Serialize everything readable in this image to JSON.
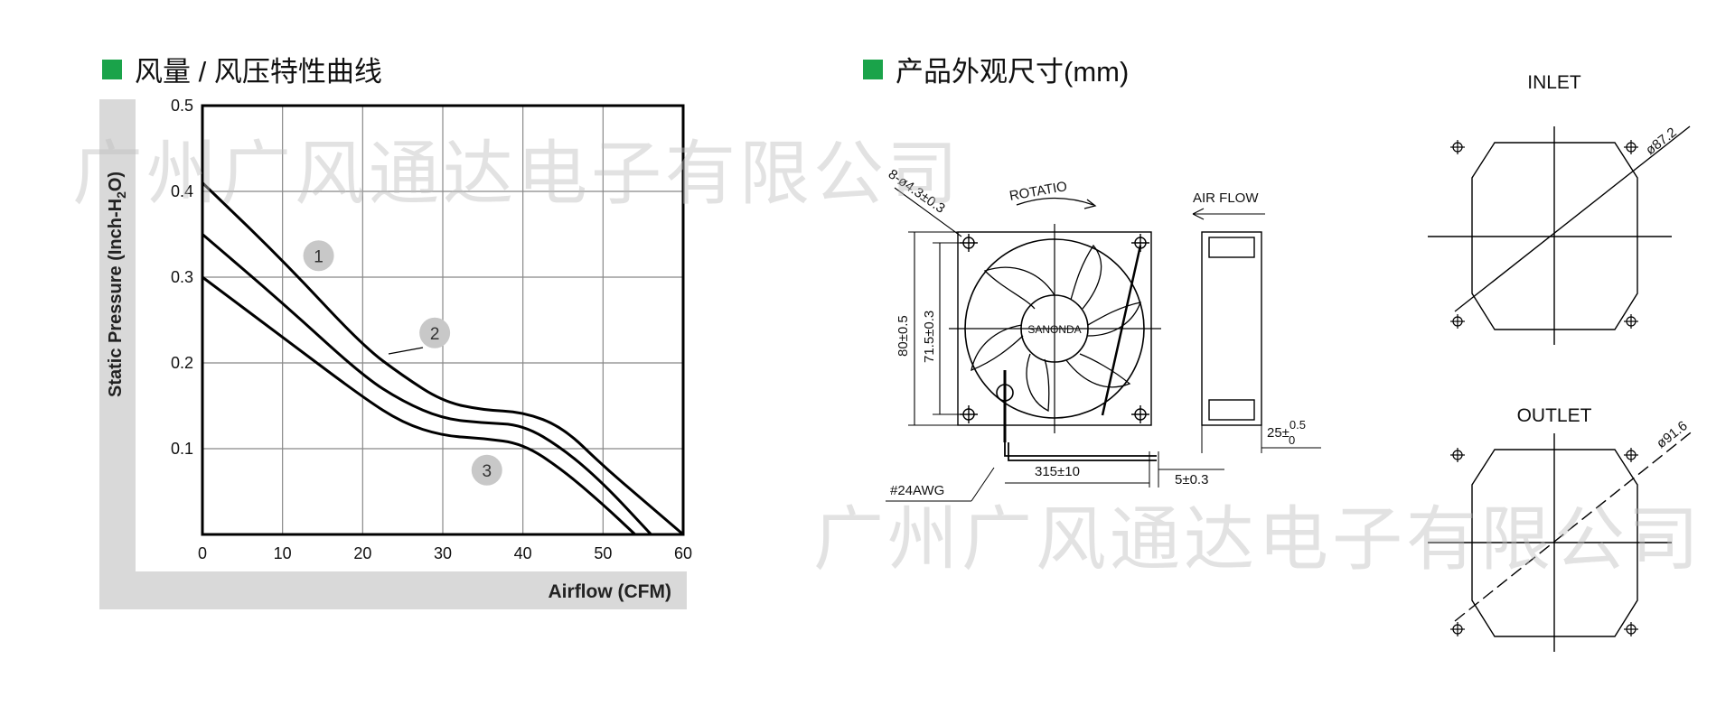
{
  "headings": {
    "left": "风量 / 风压特性曲线",
    "right": "产品外观尺寸(mm)"
  },
  "colors": {
    "accent": "#1aa34a",
    "panel": "#d9d9d9"
  },
  "watermark": "广州广风通达电子有限公司",
  "chart_data": {
    "type": "line",
    "xlabel": "Airflow (CFM)",
    "ylabel_prefix": "Static Pressure (Inch-H",
    "ylabel_sub": "2",
    "ylabel_suffix": "O)",
    "xlim": [
      0,
      60
    ],
    "ylim": [
      0,
      0.5
    ],
    "xticks": [
      0,
      10,
      20,
      30,
      40,
      50,
      60
    ],
    "yticks": [
      0.1,
      0.2,
      0.3,
      0.4,
      0.5
    ],
    "grid": true,
    "series": [
      {
        "name": "1",
        "points": [
          [
            0,
            0.41
          ],
          [
            10,
            0.32
          ],
          [
            20,
            0.22
          ],
          [
            25,
            0.185
          ],
          [
            30,
            0.155
          ],
          [
            35,
            0.145
          ],
          [
            40,
            0.143
          ],
          [
            45,
            0.125
          ],
          [
            50,
            0.08
          ],
          [
            55,
            0.04
          ],
          [
            60,
            0.0
          ]
        ]
      },
      {
        "name": "2",
        "points": [
          [
            0,
            0.35
          ],
          [
            10,
            0.27
          ],
          [
            20,
            0.185
          ],
          [
            25,
            0.155
          ],
          [
            30,
            0.135
          ],
          [
            35,
            0.13
          ],
          [
            40,
            0.128
          ],
          [
            45,
            0.1
          ],
          [
            50,
            0.06
          ],
          [
            56,
            0.0
          ]
        ]
      },
      {
        "name": "3",
        "points": [
          [
            0,
            0.3
          ],
          [
            10,
            0.23
          ],
          [
            20,
            0.16
          ],
          [
            25,
            0.13
          ],
          [
            30,
            0.115
          ],
          [
            35,
            0.112
          ],
          [
            40,
            0.106
          ],
          [
            45,
            0.075
          ],
          [
            50,
            0.035
          ],
          [
            54,
            0.0
          ]
        ]
      }
    ],
    "markers": [
      {
        "label": "1",
        "x": 14.5,
        "y": 0.325
      },
      {
        "label": "2",
        "x": 29,
        "y": 0.235
      },
      {
        "label": "3",
        "x": 35.5,
        "y": 0.075
      }
    ]
  },
  "drawing": {
    "hole_spec": "8-ø4.3±0.3",
    "rotation_label": "ROTATIO",
    "airflow_label": "AIR FLOW",
    "brand": "SANONDA",
    "height_outer": "80±0.5",
    "height_inner": "71.5±0.3",
    "depth_base": "25±",
    "depth_sup": "0.5",
    "depth_sub": "0",
    "wire_length": "315±10",
    "wire_strip": "5±0.3",
    "wire_gauge": "#24AWG",
    "inlet_label": "INLET",
    "inlet_dia": "ø87.2",
    "outlet_label": "OUTLET",
    "outlet_dia": "ø91.6"
  }
}
